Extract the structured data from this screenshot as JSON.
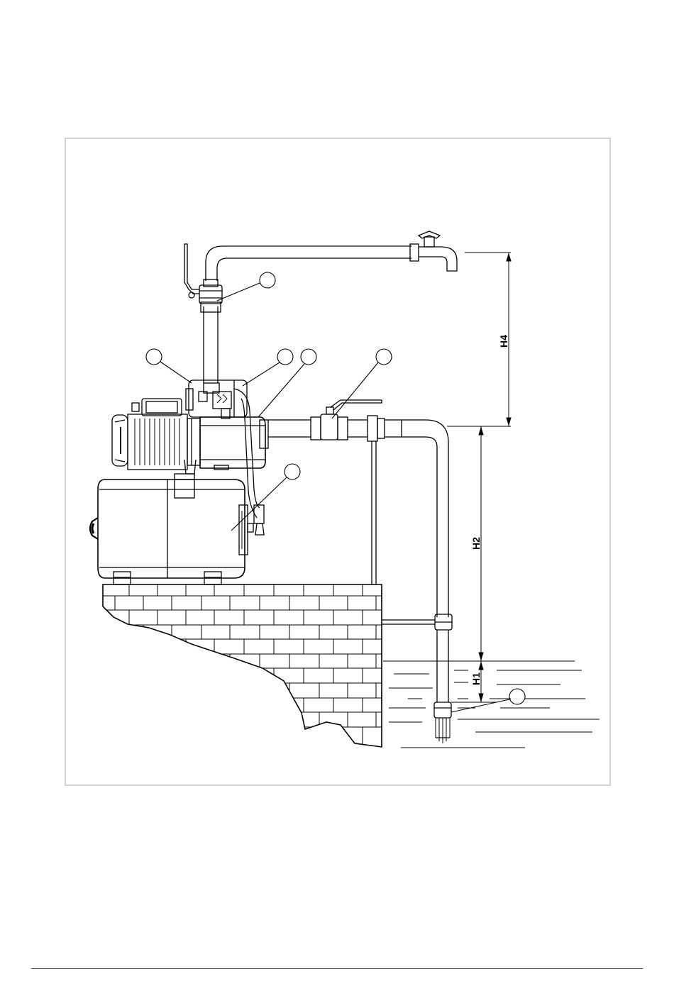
{
  "diagram": {
    "labels": {
      "h4": "H4",
      "h2": "H2",
      "h1": "H1"
    },
    "colors": {
      "line": "#000000",
      "frame": "#d0d0d0",
      "background": "#ffffff"
    }
  }
}
